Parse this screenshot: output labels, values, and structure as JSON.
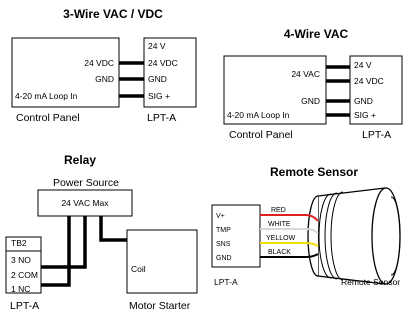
{
  "three_wire": {
    "title": "3-Wire VAC / VDC",
    "panel_labels": [
      "24 VDC",
      "GND",
      "4-20 mA Loop In"
    ],
    "lpt_labels": [
      "24 V",
      "24 VDC",
      "GND",
      "SIG +"
    ],
    "caption_left": "Control Panel",
    "caption_right": "LPT-A"
  },
  "four_wire": {
    "title": "4-Wire VAC",
    "panel_labels": [
      "24 VAC",
      "GND",
      "4-20 mA Loop In"
    ],
    "lpt_labels": [
      "24 V",
      "24 VDC",
      "GND",
      "SIG +"
    ],
    "caption_left": "Control Panel",
    "caption_right": "LPT-A"
  },
  "relay": {
    "title": "Relay",
    "power_source": "Power Source",
    "power_box": "24 VAC Max",
    "tb2": "TB2",
    "terminals": [
      "3 NO",
      "2 COM",
      "1 NC"
    ],
    "coil": "Coil",
    "caption_left": "LPT-A",
    "caption_right": "Motor Starter"
  },
  "remote_sensor": {
    "title": "Remote Sensor",
    "pins": [
      "V+",
      "TMP",
      "SNS",
      "GND"
    ],
    "wires": [
      {
        "label": "RED",
        "color": "#e02020"
      },
      {
        "label": "WHITE",
        "color": "#d8d8d8"
      },
      {
        "label": "YELLOW",
        "color": "#f2e000"
      },
      {
        "label": "BLACK",
        "color": "#000000"
      }
    ],
    "caption_left": "LPT-A",
    "caption_right": "Remote Sensor"
  }
}
